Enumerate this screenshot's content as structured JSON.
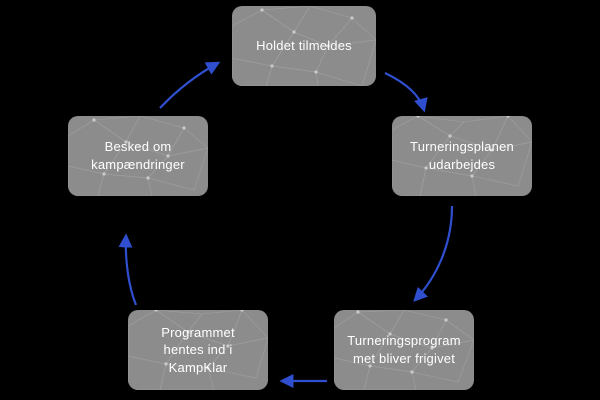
{
  "diagram": {
    "type": "cycle",
    "background_color": "#000000",
    "node_color": "#8c8c8c",
    "node_text_color": "#ffffff",
    "arrow_color": "#2f4fcf",
    "nodes": [
      {
        "id": "n1",
        "label": "Holdet tilmeldes"
      },
      {
        "id": "n2",
        "label": "Turneringsplanen\nudarbejdes"
      },
      {
        "id": "n3",
        "label": "Turneringsprogram\nmet bliver frigivet"
      },
      {
        "id": "n4",
        "label": "Programmet\nhentes ind i\nKampKlar"
      },
      {
        "id": "n5",
        "label": "Besked om\nkampændringer"
      }
    ],
    "arrows": [
      {
        "from": "n1",
        "to": "n2"
      },
      {
        "from": "n2",
        "to": "n3"
      },
      {
        "from": "n3",
        "to": "n4"
      },
      {
        "from": "n4",
        "to": "n5"
      },
      {
        "from": "n5",
        "to": "n1"
      }
    ]
  }
}
